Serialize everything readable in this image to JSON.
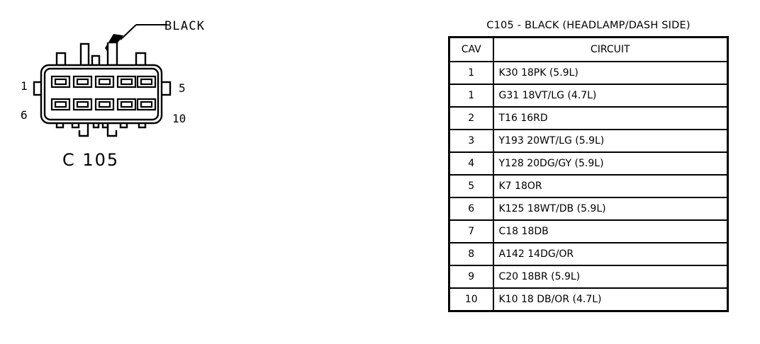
{
  "figure": {
    "callout_label": "BLACK",
    "callout_icon": "arrow-pointer-icon",
    "caption": "C 105",
    "pin_labels": {
      "top_left": "1",
      "bottom_left": "6",
      "top_right": "5",
      "bottom_right": "10"
    },
    "cavity_count": 10,
    "rows_of_cavities": 2,
    "cavities_per_row": 5
  },
  "table": {
    "title": "C105 - BLACK (HEADLAMP/DASH SIDE)",
    "columns": [
      "CAV",
      "CIRCUIT"
    ],
    "rows": [
      {
        "cav": "1",
        "circuit": "K30 18PK (5.9L)"
      },
      {
        "cav": "1",
        "circuit": "G31 18VT/LG (4.7L)"
      },
      {
        "cav": "2",
        "circuit": "T16 16RD"
      },
      {
        "cav": "3",
        "circuit": "Y193 20WT/LG (5.9L)"
      },
      {
        "cav": "4",
        "circuit": "Y128 20DG/GY (5.9L)"
      },
      {
        "cav": "5",
        "circuit": "K7 18OR"
      },
      {
        "cav": "6",
        "circuit": "K125 18WT/DB (5.9L)"
      },
      {
        "cav": "7",
        "circuit": "C18 18DB"
      },
      {
        "cav": "8",
        "circuit": "A142 14DG/OR"
      },
      {
        "cav": "9",
        "circuit": "C20 18BR (5.9L)"
      },
      {
        "cav": "10",
        "circuit": "K10 18 DB/OR (4.7L)"
      }
    ]
  },
  "colors": {
    "ink": "#000000",
    "paper": "#ffffff"
  }
}
